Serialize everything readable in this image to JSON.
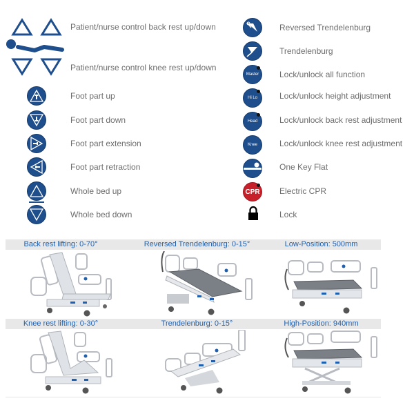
{
  "legend_left": [
    {
      "icon": "back-rest-triangles-icon",
      "label": "Patient/nurse control back rest up/down"
    },
    {
      "icon": "knee-rest-triangles-icon",
      "label": "Patient/nurse control knee rest up/down"
    },
    {
      "icon": "foot-up-icon",
      "label": "Foot part up"
    },
    {
      "icon": "foot-down-icon",
      "label": "Foot part down"
    },
    {
      "icon": "foot-extension-icon",
      "label": "Foot part extension"
    },
    {
      "icon": "foot-retraction-icon",
      "label": "Foot part retraction"
    },
    {
      "icon": "whole-bed-up-icon",
      "label": "Whole bed up"
    },
    {
      "icon": "whole-bed-down-icon",
      "label": "Whole bed down"
    }
  ],
  "legend_right": [
    {
      "icon": "reversed-trendelenburg-icon",
      "label": "Reversed  Trendelenburg"
    },
    {
      "icon": "trendelenburg-icon",
      "label": "Trendelenburg"
    },
    {
      "icon": "master-lock-icon",
      "badge": "Master",
      "label": "Lock/unlock all function"
    },
    {
      "icon": "hilo-lock-icon",
      "badge": "Hi Lo",
      "label": "Lock/unlock height adjustment"
    },
    {
      "icon": "head-lock-icon",
      "badge": "Head",
      "label": "Lock/unlock back rest adjustment"
    },
    {
      "icon": "knee-lock-icon",
      "badge": "Knee",
      "label": "Lock/unlock knee rest adjustment"
    },
    {
      "icon": "one-key-flat-icon",
      "label": "One Key Flat"
    },
    {
      "icon": "cpr-icon",
      "badge": "CPR",
      "label": "Electric CPR"
    },
    {
      "icon": "padlock-icon",
      "label": "Lock"
    }
  ],
  "positions_row1": [
    {
      "title": "Back rest lifting: 0-70°",
      "image": "bed-back-rest-lifted"
    },
    {
      "title": "Reversed Trendelenburg: 0-15°",
      "image": "bed-reversed-trendelenburg"
    },
    {
      "title": "Low-Position: 500mm",
      "image": "bed-low-position"
    }
  ],
  "positions_row2": [
    {
      "title": "Knee rest lifting: 0-30°",
      "image": "bed-knee-rest-lifted"
    },
    {
      "title": "Trendelenburg: 0-15°",
      "image": "bed-trendelenburg"
    },
    {
      "title": "High-Position: 940mm",
      "image": "bed-high-position"
    }
  ],
  "colors": {
    "icon_blue": "#1f4e8c",
    "title_blue": "#1f5fae",
    "label_gray": "#6d6d6d",
    "band_gray": "#e8e8e8",
    "cpr_red": "#c8202a"
  }
}
